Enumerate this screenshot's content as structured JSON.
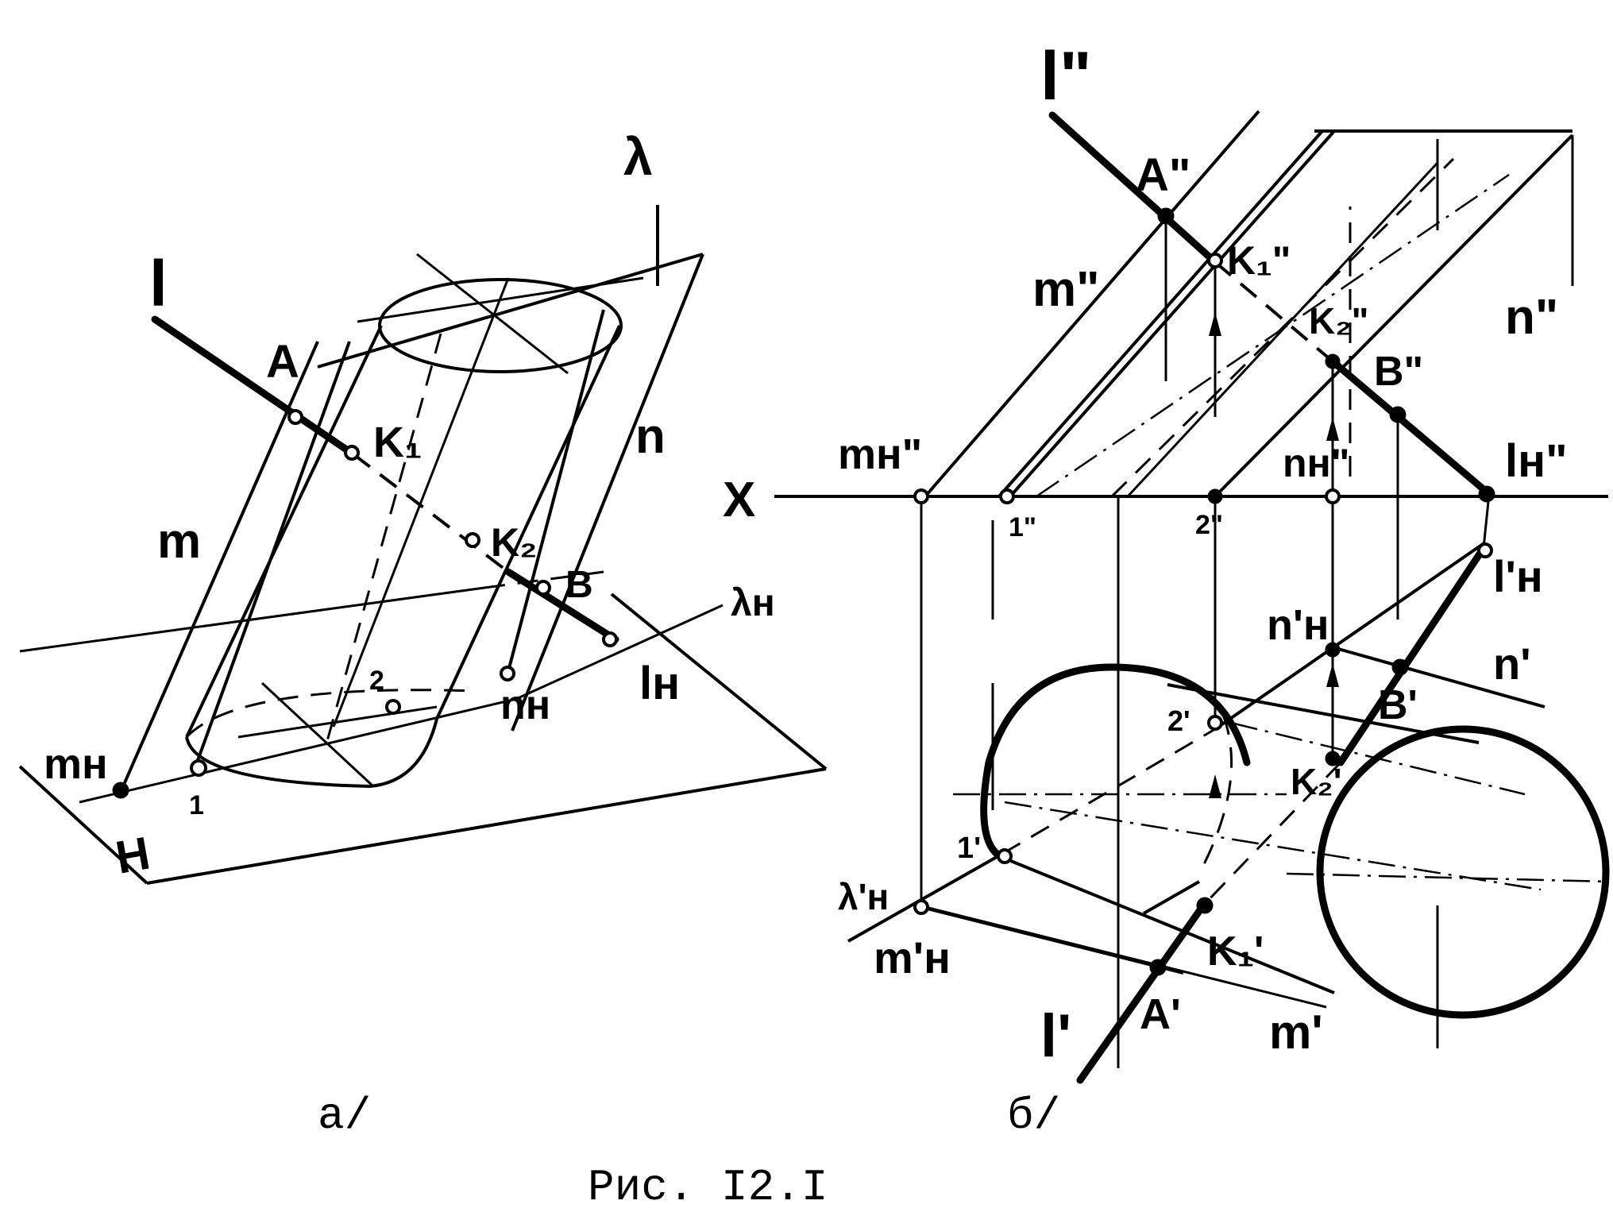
{
  "figure": {
    "caption": "Рис. I2.I",
    "panel_a_label": "а/",
    "panel_b_label": "б/"
  },
  "panel_a": {
    "labels": {
      "l": "l",
      "A": "A",
      "K1": "K₁",
      "K2": "K₂",
      "B": "B",
      "m": "m",
      "n": "n",
      "lambda": "λ",
      "lambda_h": "λн",
      "n_h": "nн",
      "l_h": "lн",
      "m_h": "mн",
      "p1": "1",
      "p2": "2",
      "H": "H"
    }
  },
  "panel_b": {
    "labels": {
      "l2": "l\"",
      "A2": "A\"",
      "K1_2": "K₁\"",
      "K2_2": "K₂\"",
      "m2": "m\"",
      "n2": "n\"",
      "B2": "B\"",
      "mh2": "mн\"",
      "X": "X",
      "p1_2": "1\"",
      "p2_2": "2\"",
      "nh2": "nн\"",
      "lh2": "lн\"",
      "lh1": "l'н",
      "nh1": "n'н",
      "n1": "n'",
      "B1": "B'",
      "p2_1": "2'",
      "K2_1": "K₂'",
      "p1_1": "1'",
      "lambda_h1": "λ'н",
      "mh1": "m'н",
      "K1_1": "K₁'",
      "l1": "l'",
      "A1": "A'",
      "m1": "m'"
    }
  }
}
